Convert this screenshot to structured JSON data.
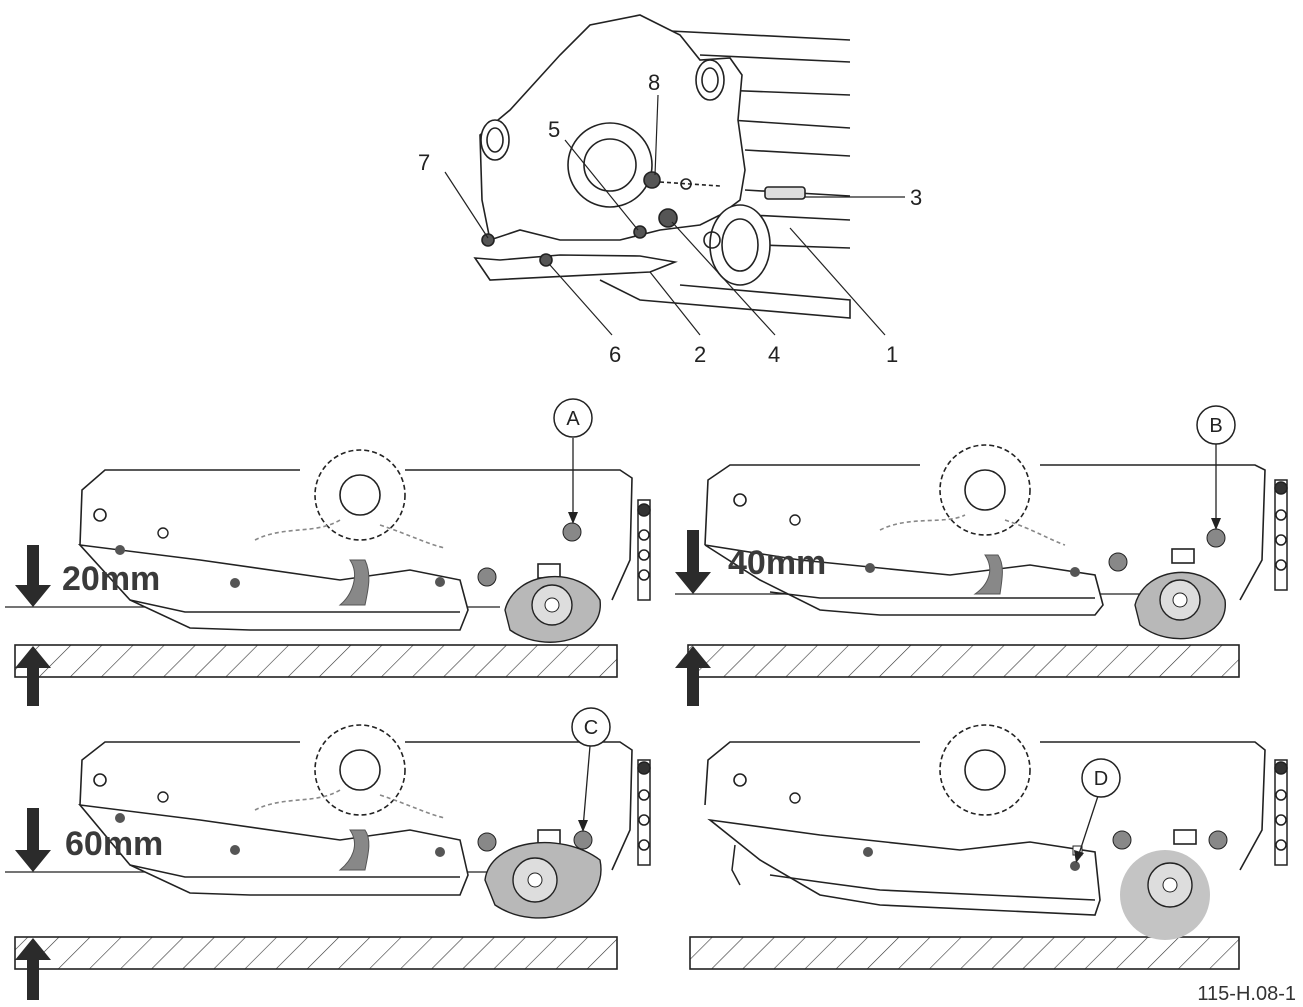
{
  "top_view": {
    "part_numbers": [
      "1",
      "2",
      "3",
      "4",
      "5",
      "6",
      "7",
      "8"
    ]
  },
  "panels": [
    {
      "circle_label": "A",
      "depth_label": "20mm"
    },
    {
      "circle_label": "B",
      "depth_label": "40mm"
    },
    {
      "circle_label": "C",
      "depth_label": "60mm"
    },
    {
      "circle_label": "D",
      "depth_label": ""
    }
  ],
  "figure_id": "115-H.08-1",
  "colors": {
    "line": "#222222",
    "shade": "#b8b8b8",
    "arrow": "#2b2b2b"
  }
}
